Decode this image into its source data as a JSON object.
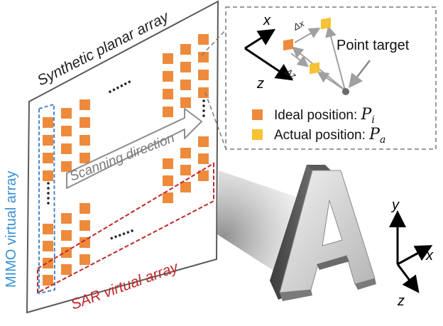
{
  "labels": {
    "synthetic_planar_array": "Synthetic planar array",
    "scanning_direction": "Scanning direction",
    "mimo_virtual_array": "MIMO virtual array",
    "sar_virtual_array": "SAR virtual array",
    "point_target": "Point target",
    "ideal_position": "Ideal position: ",
    "ideal_symbol": "P",
    "ideal_sub": "i",
    "actual_position": "Actual position: ",
    "actual_symbol": "P",
    "actual_sub": "a",
    "delta_x": "Δx",
    "delta_z": "Δz",
    "inset_axis_x": "x",
    "inset_axis_z": "z",
    "axis_x": "x",
    "axis_y": "y",
    "axis_z": "z",
    "ellipsis": "......",
    "target_letter": "A"
  },
  "colors": {
    "ideal": "#ee8a3c",
    "actual": "#f7c233",
    "mimo_box": "#4a86c5",
    "sar_box": "#c0282a",
    "mimo_text": "#3a8fd0",
    "sar_text": "#c0282a",
    "arrow_grey": "#9a9a9a"
  }
}
